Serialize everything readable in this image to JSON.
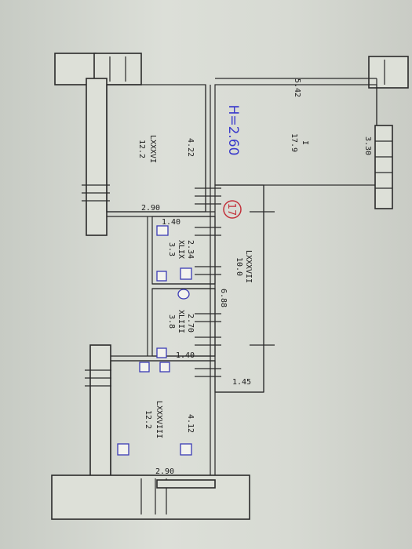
{
  "height_note": "H=2.60",
  "apartment_number": "17",
  "rooms": [
    {
      "id": "I",
      "area": "17.9"
    },
    {
      "id": "LXXXVI",
      "area": "12.2"
    },
    {
      "id": "LXXXVII",
      "area": "10.0"
    },
    {
      "id": "XLIX",
      "area": "3.3"
    },
    {
      "id": "XLIII",
      "area": "3.8"
    },
    {
      "id": "LXXXVIII",
      "area": "12.2"
    }
  ],
  "dimensions": [
    "5.42",
    "3.30",
    "4.22",
    "2.90",
    "1.40",
    "2.34",
    "6.88",
    "2.70",
    "1.40",
    "1.45",
    "4.12",
    "2.90"
  ]
}
